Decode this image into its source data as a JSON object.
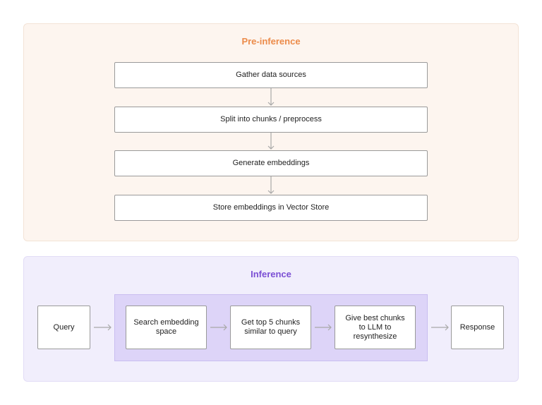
{
  "pre_inference": {
    "title": "Pre-inference",
    "steps": [
      "Gather data sources",
      "Split into chunks / preprocess",
      "Generate embeddings",
      "Store embeddings in Vector Store"
    ]
  },
  "inference": {
    "title": "Inference",
    "query": "Query",
    "retrieval_steps": [
      "Search embedding space",
      "Get top 5 chunks similar to query",
      "Give best chunks to LLM to resynthesize"
    ],
    "response": "Response"
  },
  "colors": {
    "pre_panel_bg": "#fdf5ef",
    "pre_title": "#ec8b4a",
    "inf_panel_bg": "#f1eefc",
    "inf_group_bg": "#ddd4f8",
    "inf_title": "#7b4fd4"
  }
}
